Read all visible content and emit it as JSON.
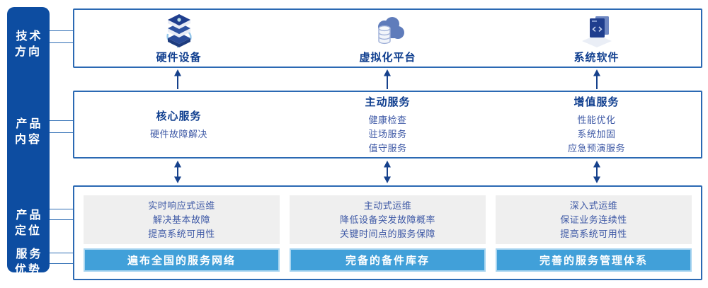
{
  "colors": {
    "sidebar_blue": "#0D4DA1",
    "border_blue": "#2B69B3",
    "title_navy": "#0F3E8F",
    "body_blue": "#3E59A6",
    "banner_blue": "#41A0D9",
    "panel_gray": "#EFEFEF",
    "arrow_navy": "#16418C"
  },
  "sidebar": {
    "items": [
      {
        "label": "技术\n方向"
      },
      {
        "label": "产品\n内容"
      },
      {
        "label": "产品\n定位"
      },
      {
        "label": "服务\n优势"
      }
    ]
  },
  "tech_row": {
    "items": [
      {
        "label": "硬件设备",
        "icon": "server-stack-icon"
      },
      {
        "label": "虚拟化平台",
        "icon": "cloud-database-icon"
      },
      {
        "label": "系统软件",
        "icon": "code-window-icon"
      }
    ]
  },
  "content_row": {
    "columns": [
      {
        "title": "核心服务",
        "items": [
          "硬件故障解决"
        ]
      },
      {
        "title": "主动服务",
        "items": [
          "健康检查",
          "驻场服务",
          "值守服务"
        ]
      },
      {
        "title": "增值服务",
        "items": [
          "性能优化",
          "系统加固",
          "应急预演服务"
        ]
      }
    ]
  },
  "bottom_row": {
    "columns": [
      {
        "lines": [
          "实时响应式运维",
          "解决基本故障",
          "提高系统可用性"
        ],
        "banner": "遍布全国的服务网络"
      },
      {
        "lines": [
          "主动式运维",
          "降低设备突发故障概率",
          "关键时间点的服务保障"
        ],
        "banner": "完备的备件库存"
      },
      {
        "lines": [
          "深入式运维",
          "保证业务连续性",
          "提高系统可用性"
        ],
        "banner": "完善的服务管理体系"
      }
    ]
  }
}
